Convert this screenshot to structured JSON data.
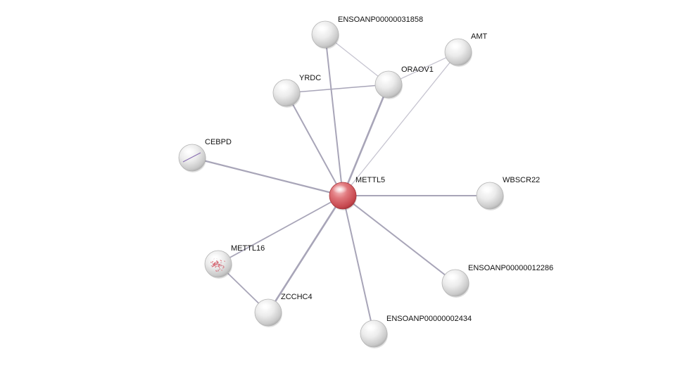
{
  "colors": {
    "edge": "#a8a5b8",
    "edge_light": "#c6c4d0",
    "query_node": "#d9535a",
    "node": "#e6e6e6",
    "label": "#111111"
  },
  "nodes": [
    {
      "id": "METTL5",
      "label": "METTL5",
      "query": true
    },
    {
      "id": "ENSOANP00000031858",
      "label": "ENSOANP00000031858"
    },
    {
      "id": "AMT",
      "label": "AMT"
    },
    {
      "id": "ORAOV1",
      "label": "ORAOV1"
    },
    {
      "id": "YRDC",
      "label": "YRDC"
    },
    {
      "id": "CEBPD",
      "label": "CEBPD"
    },
    {
      "id": "WBSCR22",
      "label": "WBSCR22"
    },
    {
      "id": "METTL16",
      "label": "METTL16"
    },
    {
      "id": "ENSOANP00000012286",
      "label": "ENSOANP00000012286"
    },
    {
      "id": "ZCCHC4",
      "label": "ZCCHC4"
    },
    {
      "id": "ENSOANP00000002434",
      "label": "ENSOANP00000002434"
    }
  ],
  "edges": [
    {
      "source": "METTL5",
      "target": "ENSOANP00000031858"
    },
    {
      "source": "METTL5",
      "target": "AMT"
    },
    {
      "source": "METTL5",
      "target": "ORAOV1"
    },
    {
      "source": "METTL5",
      "target": "YRDC"
    },
    {
      "source": "METTL5",
      "target": "CEBPD"
    },
    {
      "source": "METTL5",
      "target": "WBSCR22"
    },
    {
      "source": "METTL5",
      "target": "METTL16"
    },
    {
      "source": "METTL5",
      "target": "ENSOANP00000012286"
    },
    {
      "source": "METTL5",
      "target": "ZCCHC4"
    },
    {
      "source": "METTL5",
      "target": "ENSOANP00000002434"
    },
    {
      "source": "ENSOANP00000031858",
      "target": "ORAOV1"
    },
    {
      "source": "YRDC",
      "target": "ORAOV1"
    },
    {
      "source": "AMT",
      "target": "ORAOV1"
    },
    {
      "source": "METTL16",
      "target": "ZCCHC4"
    }
  ]
}
